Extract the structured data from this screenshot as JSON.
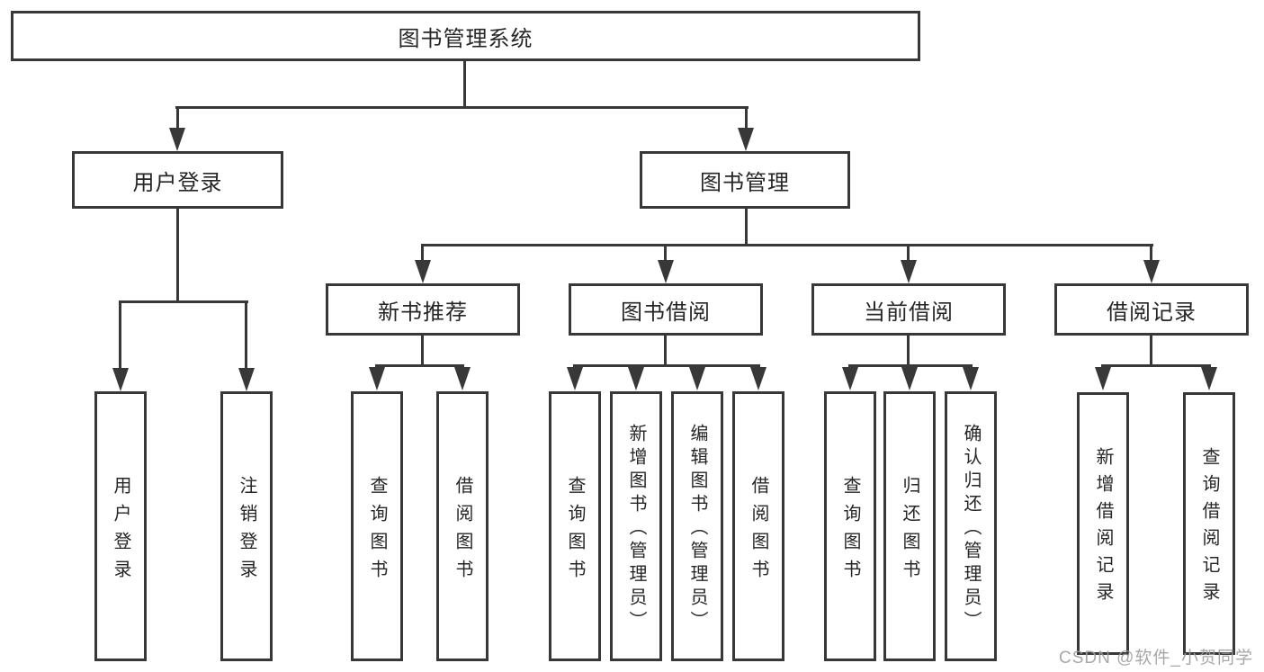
{
  "diagram": {
    "title": "图书管理系统",
    "level2": {
      "user_login": "用户登录",
      "book_management": "图书管理"
    },
    "level3": {
      "new_book_recommend": "新书推荐",
      "book_borrowing": "图书借阅",
      "current_borrowing": "当前借阅",
      "borrowing_records": "借阅记录"
    },
    "leaves": {
      "user_login": [
        "用户登录",
        "注销登录"
      ],
      "new_book_recommend": [
        "查询图书",
        "借阅图书"
      ],
      "book_borrowing": [
        "查询图书",
        "新增图书（管理员）",
        "编辑图书（管理员）",
        "借阅图书"
      ],
      "current_borrowing": [
        "查询图书",
        "归还图书",
        "确认归还（管理员）"
      ],
      "borrowing_records": [
        "新增借阅记录",
        "查询借阅记录"
      ]
    }
  },
  "watermark": "CSDN @软件_小贺同学",
  "colors": {
    "line": "#383838",
    "text": "#262626",
    "watermark": "#9e9e9e",
    "box_background": "#ffffff",
    "page_background": "#ffffff"
  }
}
